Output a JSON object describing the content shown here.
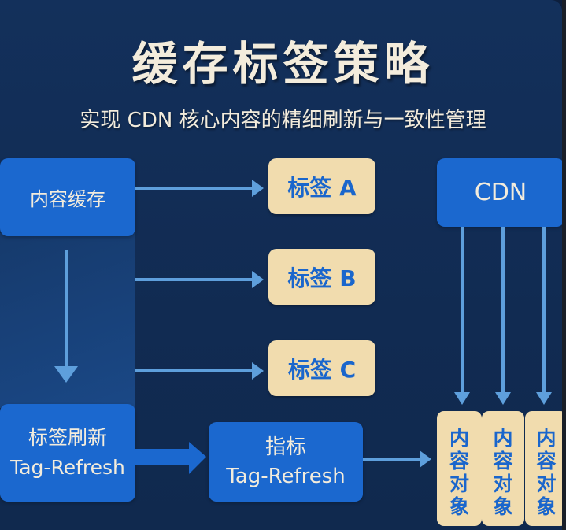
{
  "title": "缓存标签策略",
  "subtitle": "实现 CDN 核心内容的精细刷新与一致性管理",
  "nodes": {
    "content_cache": "内容缓存",
    "tag_a": "标签 A",
    "tag_b": "标签 B",
    "tag_c": "标签 C",
    "cdn": "CDN",
    "tag_refresh": {
      "line1": "标签刷新",
      "line2": "Tag-Refresh"
    },
    "indicator": {
      "line1": "指标",
      "line2": "Tag-Refresh"
    },
    "content_objects": [
      {
        "chars": [
          "内",
          "容",
          "对",
          "象"
        ]
      },
      {
        "chars": [
          "内",
          "容",
          "对",
          "象"
        ]
      },
      {
        "chars": [
          "内",
          "容",
          "对",
          "象"
        ]
      }
    ]
  },
  "colors": {
    "background": "#122d56",
    "node_blue": "#1b68cf",
    "tag_fill": "#f1dcae",
    "tag_text": "#1a66cc",
    "arrow": "#5e9fdc",
    "title_text": "#f3ecdc"
  }
}
